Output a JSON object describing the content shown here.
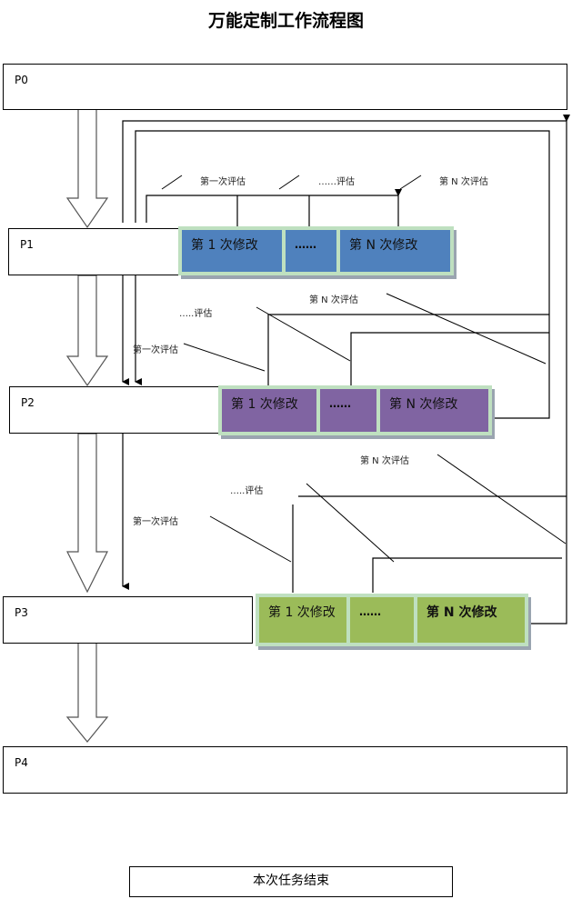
{
  "title": "万能定制工作流程图",
  "stages": [
    {
      "label": "P0"
    },
    {
      "label": "P1"
    },
    {
      "label": "P2"
    },
    {
      "label": "P3"
    },
    {
      "label": "P4"
    }
  ],
  "revision_groups": [
    {
      "stage": "P1",
      "color": "#4f81bd",
      "items": [
        "第 1 次修改",
        "……",
        "第 N 次修改"
      ]
    },
    {
      "stage": "P2",
      "color": "#8064a2",
      "items": [
        "第 1 次修改",
        "……",
        "第 N 次修改"
      ]
    },
    {
      "stage": "P3",
      "color": "#9bbb59",
      "items": [
        "第 1 次修改",
        "……",
        "第 N 次修改"
      ]
    }
  ],
  "evaluations": {
    "p1": [
      "第一次评估",
      "……评估",
      "第 N 次评估"
    ],
    "p2": [
      "第一次评估",
      "…..评估",
      "第 N 次评估"
    ],
    "p3": [
      "第一次评估",
      "…..评估",
      "第 N 次评估"
    ]
  },
  "end_label": "本次任务结束",
  "colors": {
    "group_border": "#bfe0c0",
    "shadow": "#9aa4b0"
  }
}
